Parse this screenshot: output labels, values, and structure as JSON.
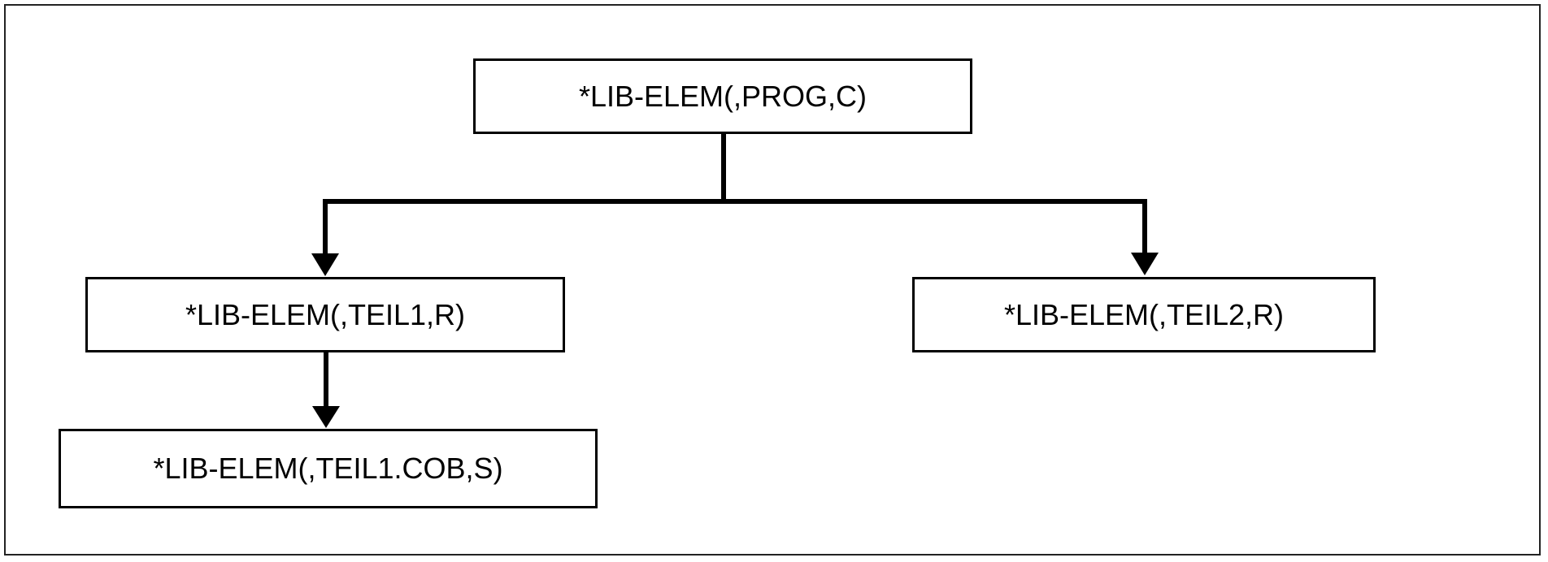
{
  "diagram": {
    "nodes": {
      "root": "*LIB-ELEM(,PROG,C)",
      "teil1": "*LIB-ELEM(,TEIL1,R)",
      "teil2": "*LIB-ELEM(,TEIL2,R)",
      "teil1_cob": "*LIB-ELEM(,TEIL1.COB,S)"
    },
    "edges": [
      {
        "from": "root",
        "to": "teil1"
      },
      {
        "from": "root",
        "to": "teil2"
      },
      {
        "from": "teil1",
        "to": "teil1_cob"
      }
    ],
    "colors": {
      "stroke": "#000000",
      "background": "#ffffff"
    }
  }
}
